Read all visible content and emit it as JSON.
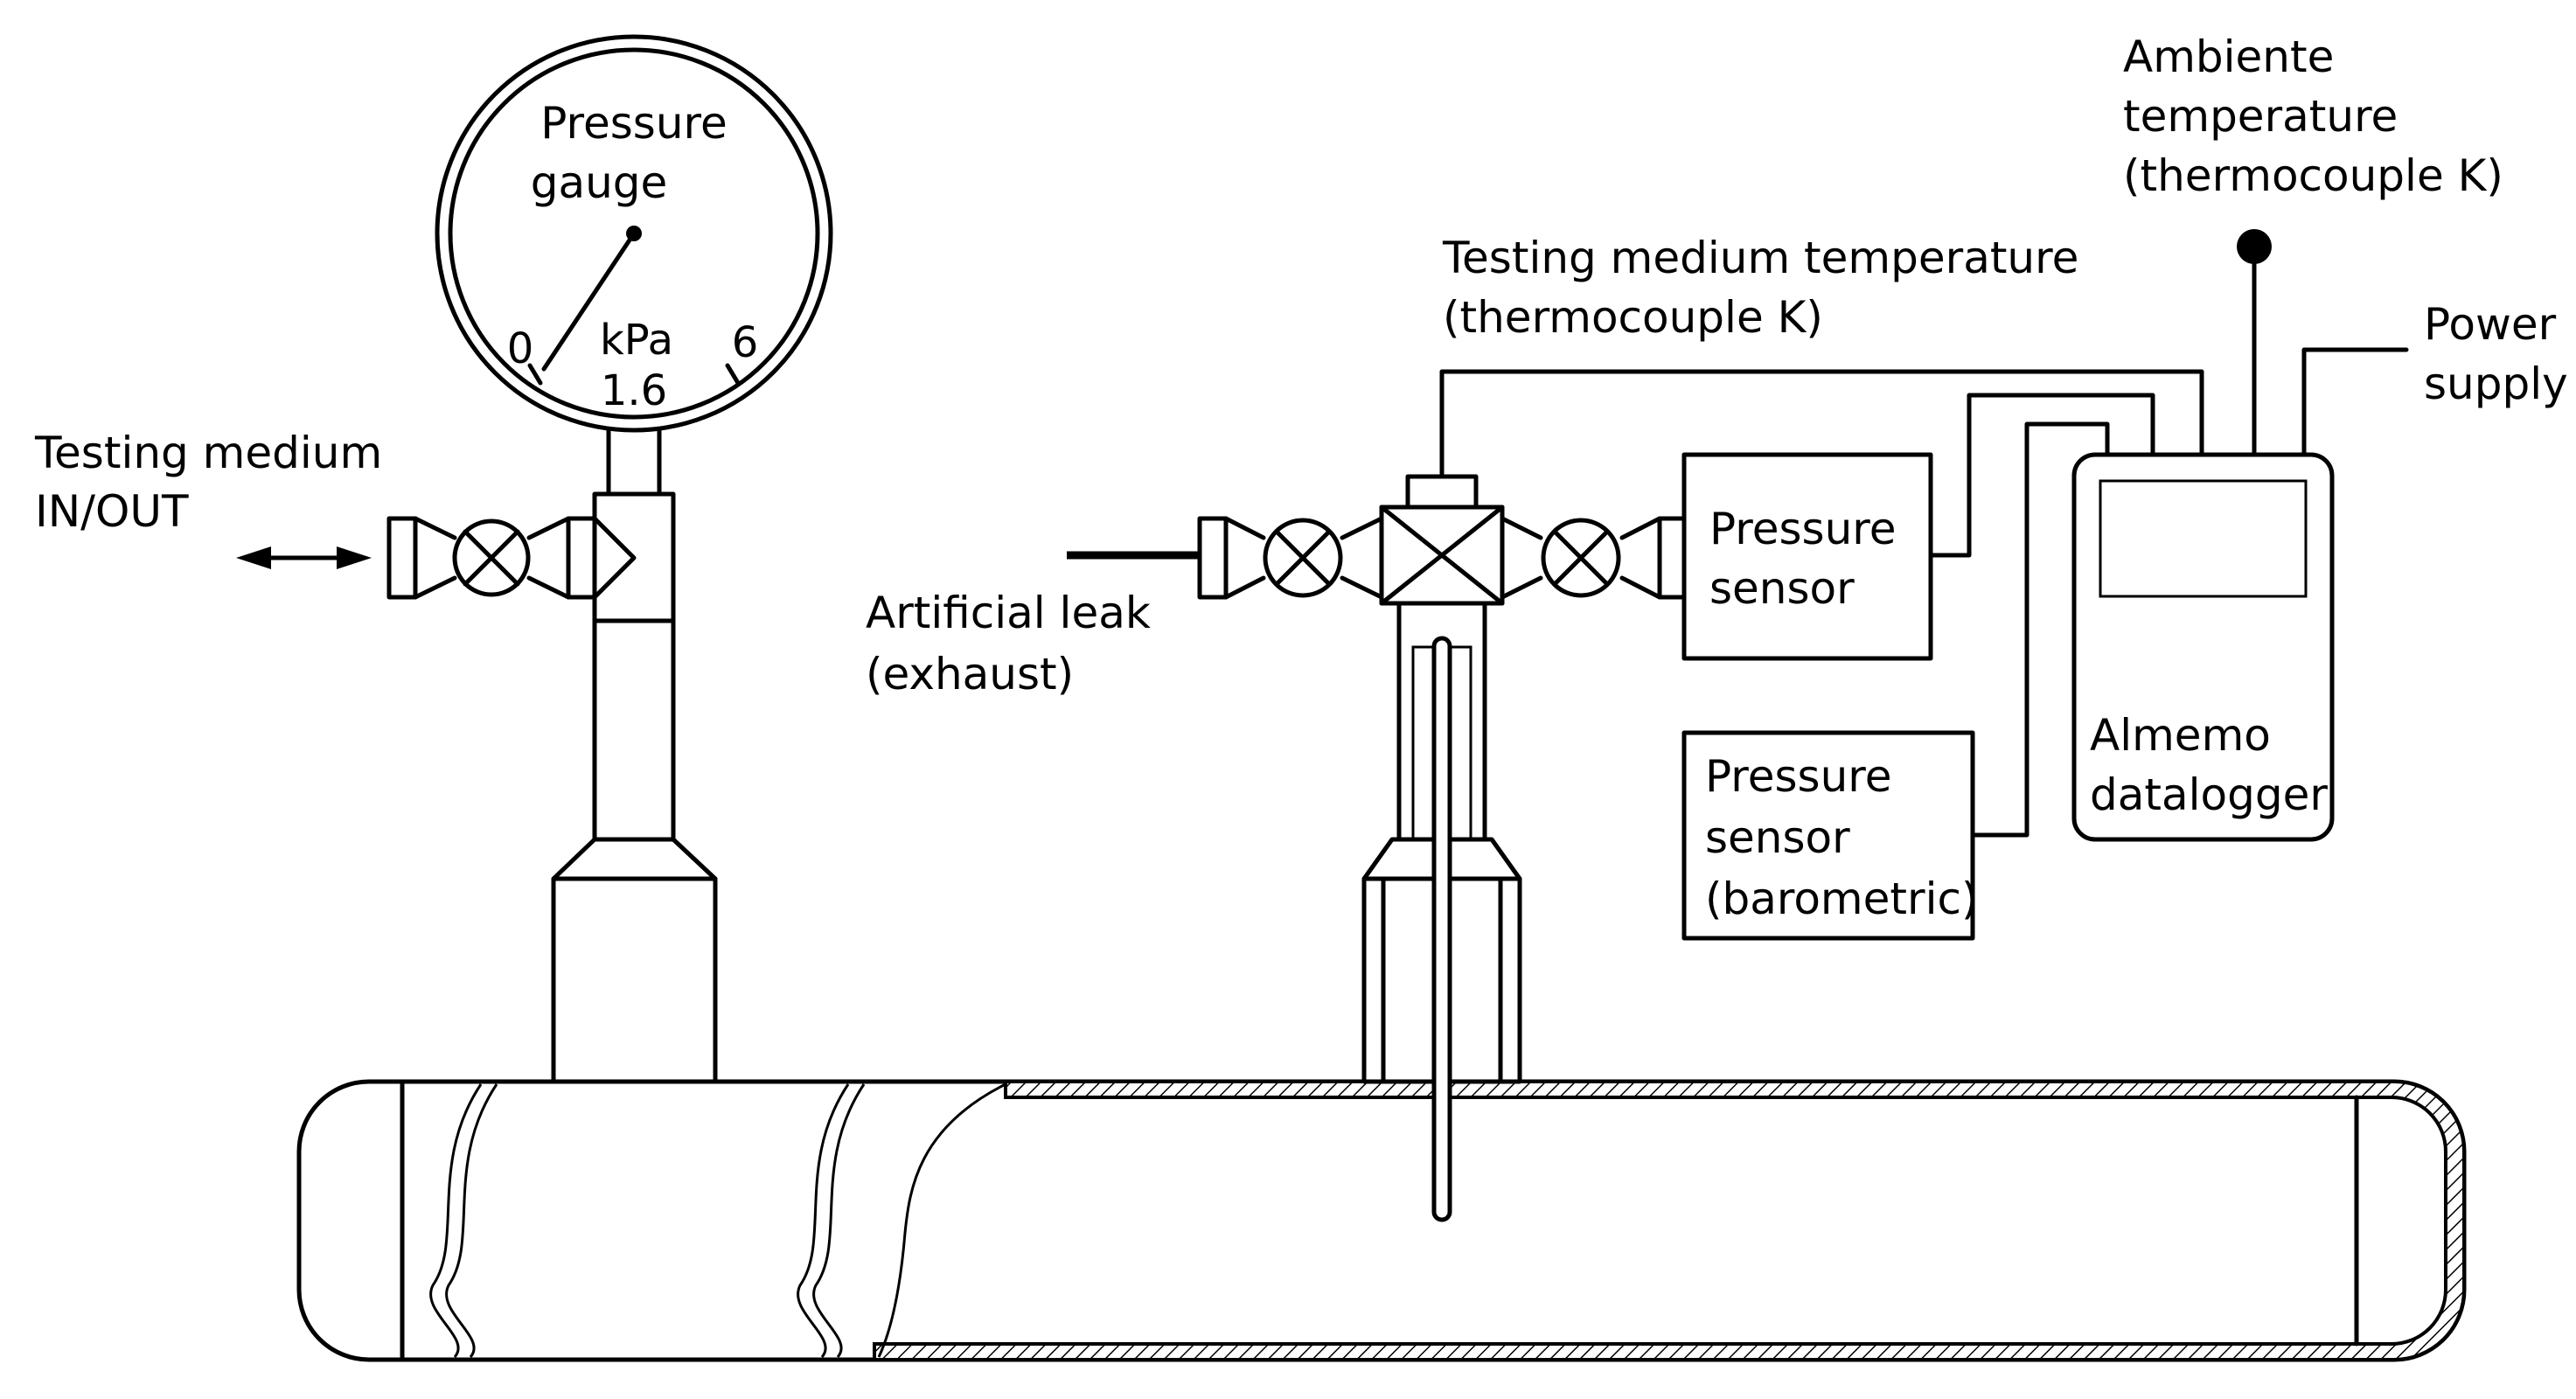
{
  "labels": {
    "gauge_line1": "Pressure",
    "gauge_line2": "gauge",
    "dial_zero": "0",
    "dial_max": "6",
    "dial_unit": "kPa",
    "dial_value": "1.6",
    "medium_line1": "Testing medium",
    "medium_line2": "IN/OUT",
    "leak_line1": "Artificial leak",
    "leak_line2": "(exhaust)",
    "tm_line1": "Testing medium temperature",
    "tm_line2": "(thermocouple K)",
    "amb_line1": "Ambiente",
    "amb_line2": "temperature",
    "amb_line3": "(thermocouple K)",
    "power_line1": "Power",
    "power_line2": "supply",
    "ps_line1": "Pressure",
    "ps_line2": "sensor",
    "baro_line1": "Pressure",
    "baro_line2": "sensor",
    "baro_line3": "(barometric)",
    "logger_line1": "Almemo",
    "logger_line2": "datalogger"
  },
  "colors": {
    "line": "#000000",
    "background": "#ffffff",
    "screen": "#ffffff"
  }
}
